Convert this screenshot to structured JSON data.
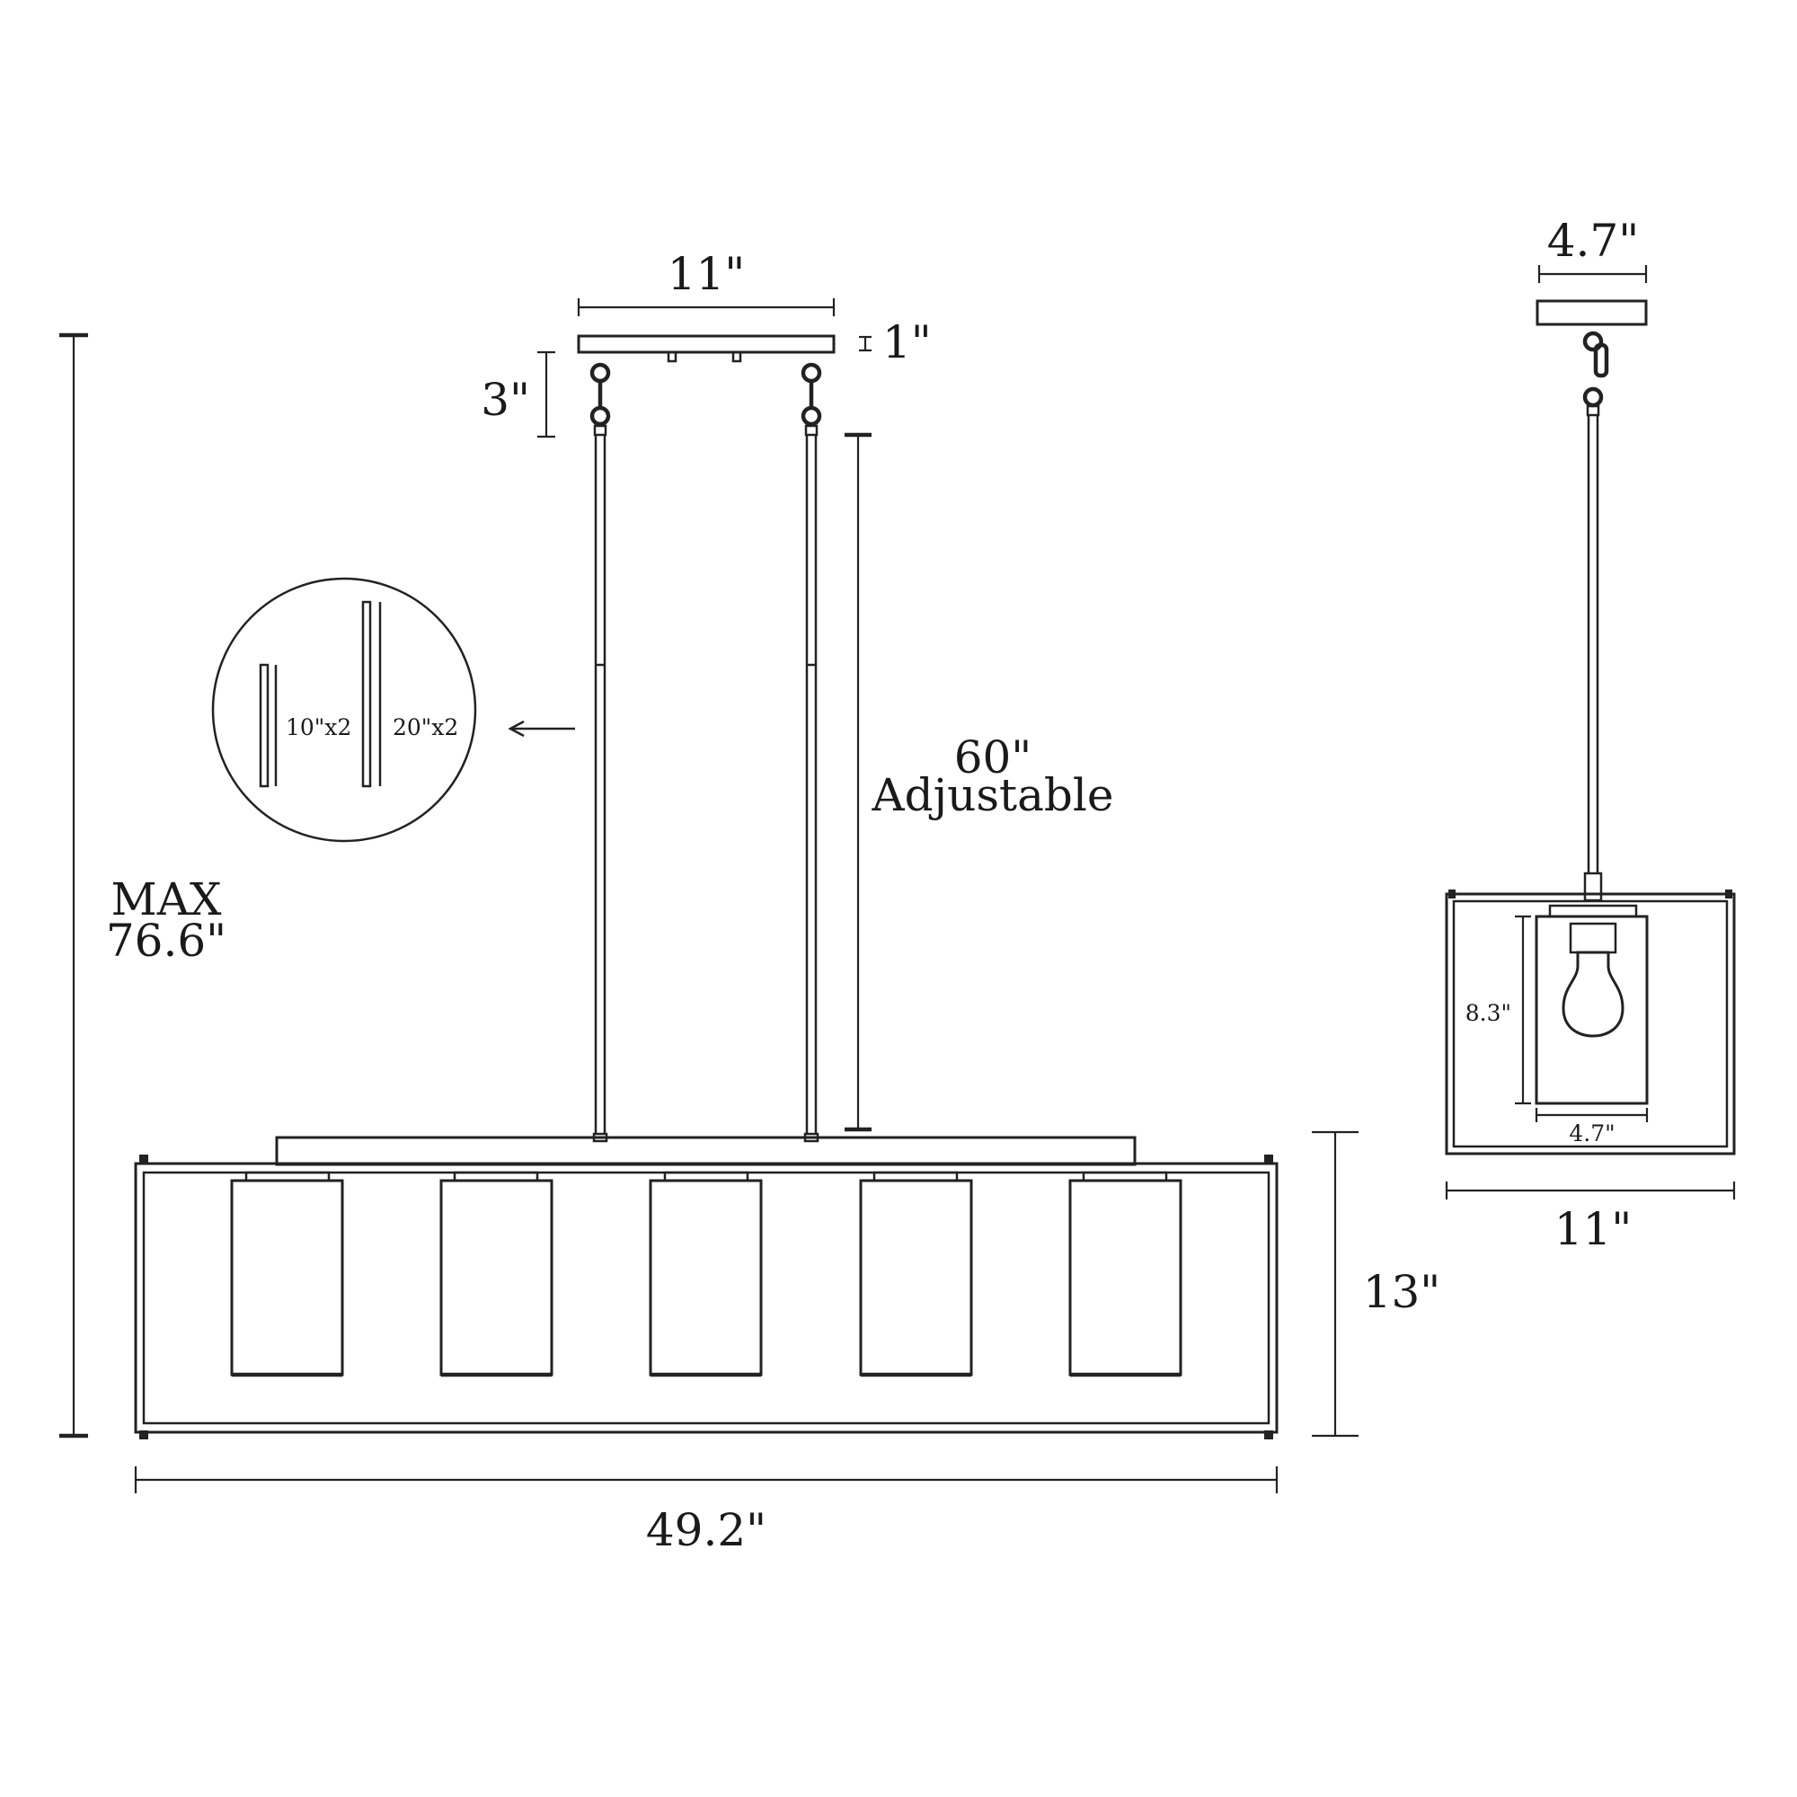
{
  "diagram": {
    "dimensions": {
      "canopy_width": "11\"",
      "canopy_height": "1\"",
      "chain_length": "3\"",
      "rod_length": "60\"",
      "rod_note": "Adjustable",
      "max_height_label": "MAX",
      "max_height_value": "76.6\"",
      "body_height": "13\"",
      "body_width": "49.2\""
    },
    "rods_inset": {
      "rod_short": "10\"x2",
      "rod_long": "20\"x2"
    },
    "side_view": {
      "canopy_width": "4.7\"",
      "shade_height": "8.3\"",
      "shade_width": "4.7\"",
      "frame_width": "11\""
    },
    "shade_count": 5
  }
}
